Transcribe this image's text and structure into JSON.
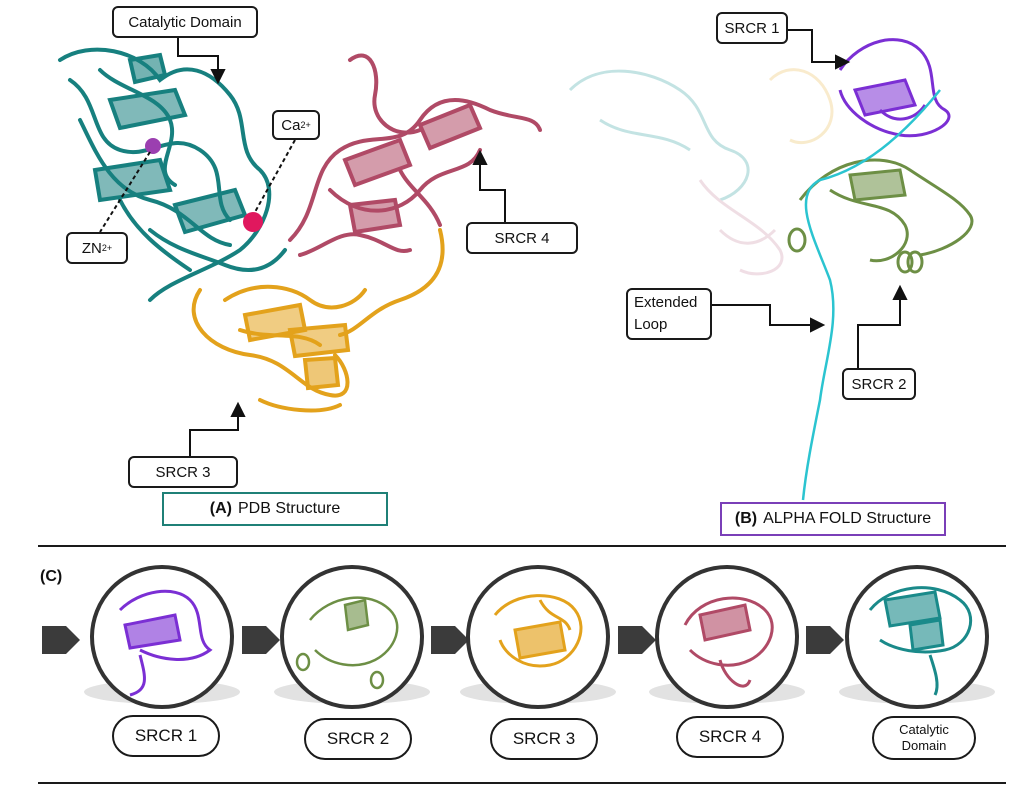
{
  "panelA": {
    "letter": "(A)",
    "title": "PDB Structure",
    "border_color": "#1f8077",
    "labels": {
      "catalytic": "Catalytic Domain",
      "ca_base": "Ca",
      "ca_sup": "2+",
      "zn_base": "ZN",
      "zn_sup": "2+",
      "srcr4": "SRCR 4",
      "srcr3": "SRCR 3"
    }
  },
  "panelB": {
    "letter": "(B)",
    "title": "ALPHA FOLD Structure",
    "border_color": "#7a3fb8",
    "labels": {
      "srcr1": "SRCR 1",
      "loop_line1": "Extended",
      "loop_line2": "Loop",
      "srcr2": "SRCR 2"
    }
  },
  "panelC": {
    "letter": "(C)",
    "items": [
      {
        "label": "SRCR 1",
        "color": "#7b2fd4",
        "icon": "srcr1-domain-icon"
      },
      {
        "label": "SRCR 2",
        "color": "#6d8f45",
        "icon": "srcr2-domain-icon"
      },
      {
        "label": "SRCR 3",
        "color": "#e3a21c",
        "icon": "srcr3-domain-icon"
      },
      {
        "label": "SRCR 4",
        "color": "#b04a66",
        "icon": "srcr4-domain-icon"
      },
      {
        "label_line1": "Catalytic",
        "label_line2": "Domain",
        "color": "#1a8a8a",
        "icon": "catalytic-domain-icon"
      }
    ]
  },
  "colors": {
    "catalytic": "#17807f",
    "srcr4": "#b04a66",
    "srcr3": "#e3a21c",
    "srcr1": "#7b2fd4",
    "srcr2": "#6d8f45",
    "loop": "#2bc4d0",
    "zinc": "#9b3fb0",
    "calcium": "#e0185e",
    "arrow": "#3b3b3b"
  }
}
